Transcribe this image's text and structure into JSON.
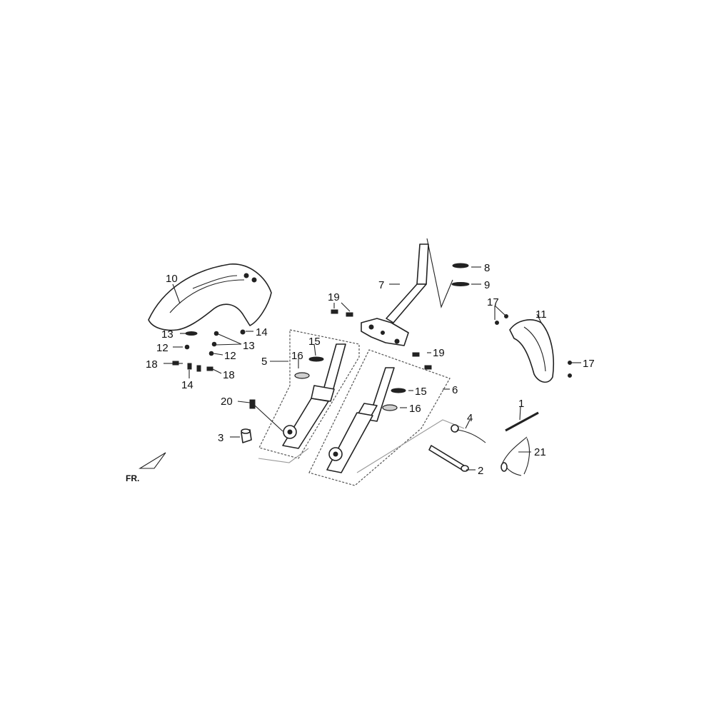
{
  "diagram": {
    "callouts": {
      "c1": "1",
      "c2": "2",
      "c3": "3",
      "c4": "4",
      "c5": "5",
      "c6": "6",
      "c7": "7",
      "c8": "8",
      "c9": "9",
      "c10": "10",
      "c11": "11",
      "c12a": "12",
      "c12b": "12",
      "c13a": "13",
      "c13b": "13",
      "c14a": "14",
      "c14b": "14",
      "c15a": "15",
      "c15b": "15",
      "c16a": "16",
      "c16b": "16",
      "c17a": "17",
      "c17b": "17",
      "c18a": "18",
      "c18b": "18",
      "c19a": "19",
      "c19b": "19",
      "c20": "20",
      "c21": "21"
    },
    "direction_label": "FR.",
    "line_color": "#222222",
    "dashed_frame_color": "#555555"
  }
}
